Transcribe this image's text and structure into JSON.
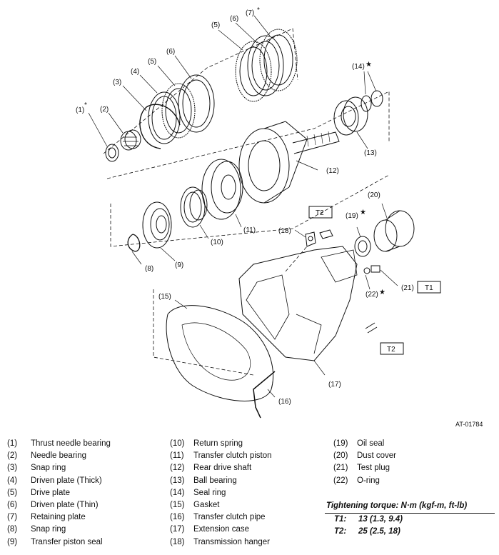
{
  "diagram": {
    "callouts": {
      "c1": "(1)",
      "c2": "(2)",
      "c3": "(3)",
      "c4": "(4)",
      "c5a": "(5)",
      "c5b": "(5)",
      "c6a": "(6)",
      "c6b": "(6)",
      "c7": "(7)",
      "c8": "(8)",
      "c9": "(9)",
      "c10": "(10)",
      "c11": "(11)",
      "c12": "(12)",
      "c13": "(13)",
      "c14": "(14)",
      "c15": "(15)",
      "c16": "(16)",
      "c17": "(17)",
      "c18": "(18)",
      "c19": "(19)",
      "c20": "(20)",
      "c21": "(21)",
      "c22": "(22)"
    },
    "star_glyph": "★",
    "asterisk_glyph": "*",
    "torque_boxes": {
      "t2_top": "T2",
      "t1": "T1",
      "t2_bottom": "T2"
    },
    "figure_code": "AT-01784"
  },
  "legend": {
    "col1": [
      {
        "num": "(1)",
        "name": "Thrust needle bearing"
      },
      {
        "num": "(2)",
        "name": "Needle bearing"
      },
      {
        "num": "(3)",
        "name": "Snap ring"
      },
      {
        "num": "(4)",
        "name": "Driven plate (Thick)"
      },
      {
        "num": "(5)",
        "name": "Drive plate"
      },
      {
        "num": "(6)",
        "name": "Driven plate (Thin)"
      },
      {
        "num": "(7)",
        "name": "Retaining plate"
      },
      {
        "num": "(8)",
        "name": "Snap ring"
      },
      {
        "num": "(9)",
        "name": "Transfer piston seal"
      }
    ],
    "col2": [
      {
        "num": "(10)",
        "name": "Return spring"
      },
      {
        "num": "(11)",
        "name": "Transfer clutch piston"
      },
      {
        "num": "(12)",
        "name": "Rear drive shaft"
      },
      {
        "num": "(13)",
        "name": "Ball bearing"
      },
      {
        "num": "(14)",
        "name": "Seal ring"
      },
      {
        "num": "(15)",
        "name": "Gasket"
      },
      {
        "num": "(16)",
        "name": "Transfer clutch pipe"
      },
      {
        "num": "(17)",
        "name": "Extension case"
      },
      {
        "num": "(18)",
        "name": "Transmission hanger"
      }
    ],
    "col3": [
      {
        "num": "(19)",
        "name": "Oil seal"
      },
      {
        "num": "(20)",
        "name": "Dust cover"
      },
      {
        "num": "(21)",
        "name": "Test plug"
      },
      {
        "num": "(22)",
        "name": "O-ring"
      }
    ]
  },
  "torque": {
    "header": "Tightening torque: N·m (kgf-m, ft-lb)",
    "rows": [
      {
        "key": "T1:",
        "value": "13 (1.3, 9.4)"
      },
      {
        "key": "T2:",
        "value": "25 (2.5, 18)"
      }
    ]
  }
}
